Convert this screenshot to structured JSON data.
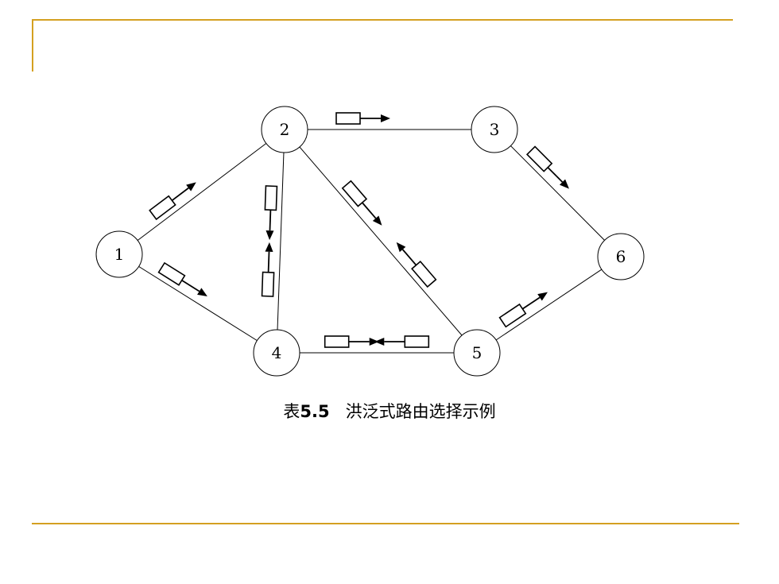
{
  "caption": {
    "prefix": "表",
    "number": "5.5",
    "title": "洪泛式路由选择示例"
  },
  "colors": {
    "accent_rule": "#d4a021",
    "line": "#000000",
    "node_fill": "#ffffff"
  },
  "graph": {
    "nodes": [
      {
        "id": "1",
        "label": "1"
      },
      {
        "id": "2",
        "label": "2"
      },
      {
        "id": "3",
        "label": "3"
      },
      {
        "id": "4",
        "label": "4"
      },
      {
        "id": "5",
        "label": "5"
      },
      {
        "id": "6",
        "label": "6"
      }
    ],
    "edges": [
      {
        "from": "1",
        "to": "2"
      },
      {
        "from": "1",
        "to": "4"
      },
      {
        "from": "2",
        "to": "3"
      },
      {
        "from": "2",
        "to": "4"
      },
      {
        "from": "2",
        "to": "5"
      },
      {
        "from": "3",
        "to": "6"
      },
      {
        "from": "4",
        "to": "5"
      },
      {
        "from": "5",
        "to": "6"
      }
    ],
    "packets": [
      {
        "from": "1",
        "to": "2"
      },
      {
        "from": "1",
        "to": "4"
      },
      {
        "from": "2",
        "to": "3"
      },
      {
        "from": "2",
        "to": "4"
      },
      {
        "from": "2",
        "to": "5"
      },
      {
        "from": "3",
        "to": "6"
      },
      {
        "from": "4",
        "to": "2"
      },
      {
        "from": "4",
        "to": "5"
      },
      {
        "from": "5",
        "to": "4"
      },
      {
        "from": "5",
        "to": "2"
      },
      {
        "from": "5",
        "to": "6"
      }
    ]
  }
}
